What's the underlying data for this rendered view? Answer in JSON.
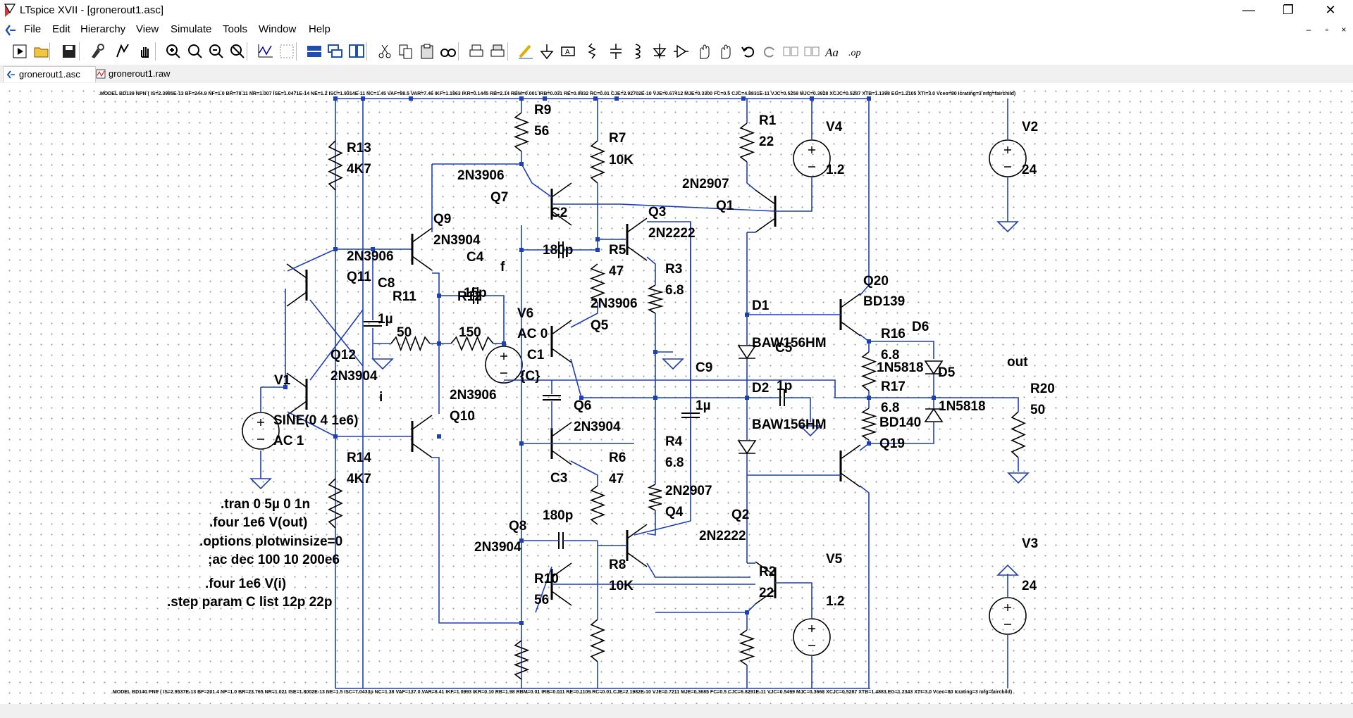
{
  "window": {
    "title": "LTspice XVII - [gronerout1.asc]",
    "controls": {
      "minimize": "—",
      "restore": "❐",
      "close": "✕"
    }
  },
  "menu": {
    "items": [
      "File",
      "Edit",
      "Hierarchy",
      "View",
      "Simulate",
      "Tools",
      "Window",
      "Help"
    ],
    "mdi_controls": {
      "minimize": "–",
      "restore": "▫",
      "close": "×"
    }
  },
  "toolbar": {
    "icons": [
      "run-icon",
      "open-icon",
      "save-icon",
      "control-panel-icon",
      "halt-icon",
      "pan-icon",
      "zoom-in-icon",
      "zoom-fit-icon",
      "zoom-out-icon",
      "zoom-cancel-icon",
      "autorange-icon",
      "waveform-icon",
      "tile-horizontal-icon",
      "cascade-icon",
      "tile-vertical-icon",
      "cut-icon",
      "copy-icon",
      "paste-icon",
      "find-icon",
      "print-icon",
      "print-preview-icon",
      "wire-icon",
      "ground-icon",
      "label-net-icon",
      "resistor-icon",
      "capacitor-icon",
      "inductor-icon",
      "diode-icon",
      "component-icon",
      "move-icon",
      "drag-icon",
      "undo-icon",
      "redo-icon",
      "rotate-icon",
      "mirror-icon",
      "text-icon",
      "spice-directive-icon"
    ]
  },
  "tabs": [
    {
      "label": "gronerout1.asc",
      "icon": "schematic-icon",
      "active": true
    },
    {
      "label": "gronerout1.raw",
      "icon": "waveform-icon",
      "active": false
    }
  ],
  "schematic": {
    "model_top": ".MODEL BD139 NPN ( IS=2.3985E-13 BF=244.9 NF=1.0 BR=78.11 NR=1.007 ISE=1.0471E-14 NE=1.2 ISC=1.9314E-11 NC=1.45 VAF=98.5 VAR=7.46 IKF=1.1863 IKR=0.1445 RB=2.14 RBM=0.001 IRB=0.031 RE=0.0832 RC=0.01 CJE=2.92702E-10 VJE=0.67412 MJE=0.3300 FC=0.5 CJC=4.8831E-11 VJC=0.5258 MJC=0.3928 XCJC=0.5287 XTB=1.1398 EG=1.2105 XTI=3.0 Vceo=80 Icrating=3 mfg=fairchild)",
    "model_bottom": ".MODEL BD140 PNP ( IS=2.9537E-13 BF=201.4 NF=1.0 BR=23.765 NR=1.021 ISE=1.8002E-13 NE=1.5 ISC=7.0433p NC=1.38 VAF=137.0 VAR=8.41 IKF=1.0993 IKR=0.10 RB=1.98 RBM=0.01 IRB=0.011 RE=0.1109 RC=0.01 CJE=2.1982E-10 VJE=0.7211 MJE=0.3685 FC=0.5 CJC=6.8291E-11 VJC=0.5499 MJC=0.3668 XCJC=0.5287 XTB=1.4883 EG=1.2343 XTI=3.0 Vceo=80 Icrating=3 mfg=fairchild)",
    "labels": [
      {
        "id": "r9",
        "text": "R9"
      },
      {
        "id": "r9v",
        "text": "56"
      },
      {
        "id": "r7",
        "text": "R7"
      },
      {
        "id": "r7v",
        "text": "10K"
      },
      {
        "id": "r1",
        "text": "R1"
      },
      {
        "id": "r1v",
        "text": "22"
      },
      {
        "id": "v4",
        "text": "V4"
      },
      {
        "id": "v4v",
        "text": "1.2"
      },
      {
        "id": "v2",
        "text": "V2"
      },
      {
        "id": "v2v",
        "text": "24"
      },
      {
        "id": "r13",
        "text": "R13"
      },
      {
        "id": "r13v",
        "text": "4K7"
      },
      {
        "id": "q7m",
        "text": "2N3906"
      },
      {
        "id": "q7",
        "text": "Q7"
      },
      {
        "id": "q1m",
        "text": "2N2907"
      },
      {
        "id": "q1",
        "text": "Q1"
      },
      {
        "id": "c2",
        "text": "C2"
      },
      {
        "id": "c2v",
        "text": "180p"
      },
      {
        "id": "q3",
        "text": "Q3"
      },
      {
        "id": "q3m",
        "text": "2N2222"
      },
      {
        "id": "q9",
        "text": "Q9"
      },
      {
        "id": "q9m",
        "text": "2N3904"
      },
      {
        "id": "q11m",
        "text": "2N3906"
      },
      {
        "id": "q11",
        "text": "Q11"
      },
      {
        "id": "c4",
        "text": "C4"
      },
      {
        "id": "c4v",
        "text": "15p"
      },
      {
        "id": "r5",
        "text": "R5"
      },
      {
        "id": "r5v",
        "text": "47"
      },
      {
        "id": "r3",
        "text": "R3"
      },
      {
        "id": "r3v",
        "text": "6.8"
      },
      {
        "id": "q20",
        "text": "Q20"
      },
      {
        "id": "q20m",
        "text": "BD139"
      },
      {
        "id": "c8",
        "text": "C8"
      },
      {
        "id": "c8v",
        "text": "1µ"
      },
      {
        "id": "r11",
        "text": "R11"
      },
      {
        "id": "r11v",
        "text": "50"
      },
      {
        "id": "r12",
        "text": "R12"
      },
      {
        "id": "r12v",
        "text": "150"
      },
      {
        "id": "v6",
        "text": "V6"
      },
      {
        "id": "v6v",
        "text": "AC 0"
      },
      {
        "id": "q5m",
        "text": "2N3906"
      },
      {
        "id": "q5",
        "text": "Q5"
      },
      {
        "id": "d1",
        "text": "D1"
      },
      {
        "id": "d1m",
        "text": "BAW156HM"
      },
      {
        "id": "r16",
        "text": "R16"
      },
      {
        "id": "r16v",
        "text": "6.8"
      },
      {
        "id": "d6",
        "text": "D6"
      },
      {
        "id": "d6m",
        "text": "1N5818"
      },
      {
        "id": "c1",
        "text": "C1"
      },
      {
        "id": "c1v",
        "text": "{C}"
      },
      {
        "id": "c5",
        "text": "C5"
      },
      {
        "id": "c5v",
        "text": "1p"
      },
      {
        "id": "d5",
        "text": "D5"
      },
      {
        "id": "r20",
        "text": "R20"
      },
      {
        "id": "r20v",
        "text": "50"
      },
      {
        "id": "q12",
        "text": "Q12"
      },
      {
        "id": "q12m",
        "text": "2N3904"
      },
      {
        "id": "v1",
        "text": "V1"
      },
      {
        "id": "c9",
        "text": "C9"
      },
      {
        "id": "c9v",
        "text": "1µ"
      },
      {
        "id": "r17",
        "text": "R17"
      },
      {
        "id": "r17v",
        "text": "6.8"
      },
      {
        "id": "q10m",
        "text": "2N3906"
      },
      {
        "id": "q10",
        "text": "Q10"
      },
      {
        "id": "q6",
        "text": "Q6"
      },
      {
        "id": "q6m",
        "text": "2N3904"
      },
      {
        "id": "d2",
        "text": "D2"
      },
      {
        "id": "d2m",
        "text": "BAW156HM"
      },
      {
        "id": "d5m",
        "text": "1N5818"
      },
      {
        "id": "q19m",
        "text": "BD140"
      },
      {
        "id": "q19",
        "text": "Q19"
      },
      {
        "id": "v1v1",
        "text": "SINE(0 4 1e6)"
      },
      {
        "id": "v1v2",
        "text": "AC 1"
      },
      {
        "id": "r4",
        "text": "R4"
      },
      {
        "id": "r4v",
        "text": "6.8"
      },
      {
        "id": "r14",
        "text": "R14"
      },
      {
        "id": "r14v",
        "text": "4K7"
      },
      {
        "id": "r6",
        "text": "R6"
      },
      {
        "id": "r6v",
        "text": "47"
      },
      {
        "id": "c3",
        "text": "C3"
      },
      {
        "id": "c3v",
        "text": "180p"
      },
      {
        "id": "q4m",
        "text": "2N2907"
      },
      {
        "id": "q4",
        "text": "Q4"
      },
      {
        "id": "q2",
        "text": "Q2"
      },
      {
        "id": "q2m",
        "text": "2N2222"
      },
      {
        "id": "q8",
        "text": "Q8"
      },
      {
        "id": "q8m",
        "text": "2N3904"
      },
      {
        "id": "v3",
        "text": "V3"
      },
      {
        "id": "v3v",
        "text": "24"
      },
      {
        "id": "v5",
        "text": "V5"
      },
      {
        "id": "v5v",
        "text": "1.2"
      },
      {
        "id": "r8",
        "text": "R8"
      },
      {
        "id": "r8v",
        "text": "10K"
      },
      {
        "id": "r2",
        "text": "R2"
      },
      {
        "id": "r2v",
        "text": "22"
      },
      {
        "id": "r10",
        "text": "R10"
      },
      {
        "id": "r10v",
        "text": "56"
      },
      {
        "id": "net_f",
        "text": "f"
      },
      {
        "id": "net_i",
        "text": "i"
      },
      {
        "id": "net_out",
        "text": "out"
      }
    ],
    "directives": [
      ".tran 0 5µ 0 1n",
      ".four 1e6 V(out)",
      ".options plotwinsize=0",
      ";ac dec 100 10 200e6",
      ".four 1e6 V(i)",
      ".step param C list 12p 22p"
    ]
  }
}
